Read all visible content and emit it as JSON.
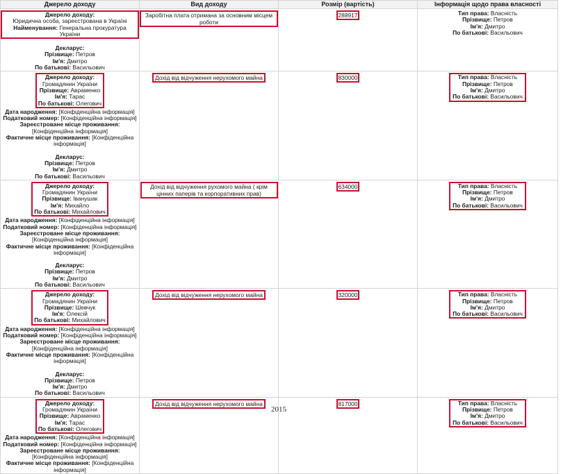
{
  "headers": [
    "Джерело доходу",
    "Вид доходу",
    "Розмір (вартість)",
    "Інформація щодо права власності"
  ],
  "labels": {
    "source": "Джерело доходу:",
    "surname": "Прізвище:",
    "name": "Ім'я:",
    "patronymic": "По батькові:",
    "name_org": "Найменування:",
    "birth": "Дата народження:",
    "tax": "Податковий номер:",
    "reg": "Зареєстроване місце проживання:",
    "actual": "Фактичне місце проживання:",
    "declarant": "Декларус:",
    "right_type": "Тип права:"
  },
  "confidential": "[Конфіденційна інформація]",
  "declarant": {
    "surname": "Петров",
    "name": "Дмитро",
    "patronymic": "Васильович"
  },
  "ownership": {
    "type": "Власність",
    "surname": "Петров",
    "name": "Дмитро",
    "patronymic": "Васильович"
  },
  "rows": [
    {
      "source_type": "Юридична особа, зареєстрована в Україні",
      "org_name": "Генеральна прокуратура України",
      "income_type": "Заробітна плата отримана за основним місцем роботи",
      "amount": "288917"
    },
    {
      "source_type": "Громадянин України",
      "surname": "Авраменко",
      "name": "Тарас",
      "patronymic": "Олегович",
      "income_type": "Дохід від відчуження нерухомого майна",
      "amount": "830000"
    },
    {
      "source_type": "Громадянин України",
      "surname": "Іванушак",
      "name": "Михайло",
      "patronymic": "Михайлович",
      "income_type": "Дохід від відчуження рухомого майна ( крім цінних паперів та корпоративних прав)",
      "amount": "634000"
    },
    {
      "source_type": "Громадянин України",
      "surname": "Шевчук",
      "name": "Олексій",
      "patronymic": "Михайлович",
      "income_type": "Дохід від відчуження нерухомого майна",
      "amount": "320000"
    },
    {
      "source_type": "Громадянин України",
      "surname": "Авраменко",
      "name": "Тарас",
      "patronymic": "Олегович",
      "income_type": "Дохід від відчуження нерухомого майна",
      "amount": "817000"
    }
  ],
  "year": "2015"
}
